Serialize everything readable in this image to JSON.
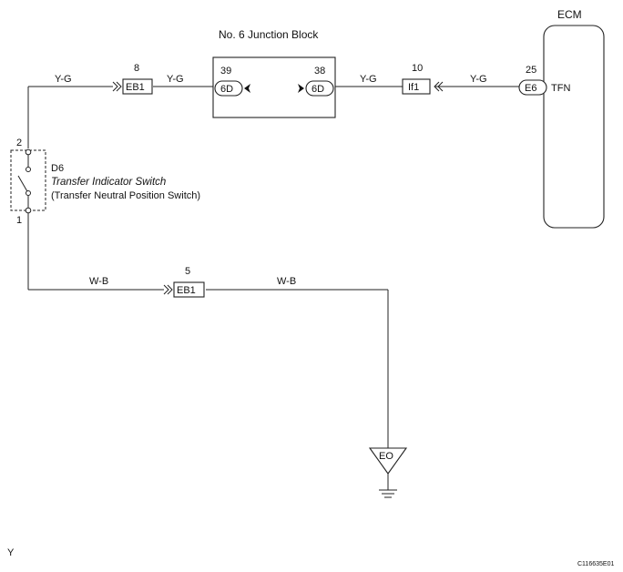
{
  "diagram": {
    "junction_block": {
      "title": "No. 6 Junction Block",
      "pin_left": "39",
      "pin_right": "38",
      "connector_left": "6D",
      "connector_right": "6D"
    },
    "ecm": {
      "title": "ECM",
      "pin": "25",
      "connector": "E6",
      "terminal": "TFN"
    },
    "connectors": {
      "eb1_top": {
        "pin": "8",
        "name": "EB1"
      },
      "if1": {
        "pin": "10",
        "name": "If1"
      },
      "eb1_bottom": {
        "pin": "5",
        "name": "EB1"
      }
    },
    "wires": {
      "w1": "Y-G",
      "w2": "Y-G",
      "w3": "Y-G",
      "w4": "Y-G",
      "w5": "W-B",
      "w6": "W-B"
    },
    "switch": {
      "id": "D6",
      "name": "Transfer Indicator Switch",
      "subname": "(Transfer Neutral Position Switch)",
      "pin_top": "2",
      "pin_bottom": "1"
    },
    "ground": {
      "label": "EO"
    },
    "footer": {
      "left": "Y",
      "code": "C116635E01"
    }
  }
}
